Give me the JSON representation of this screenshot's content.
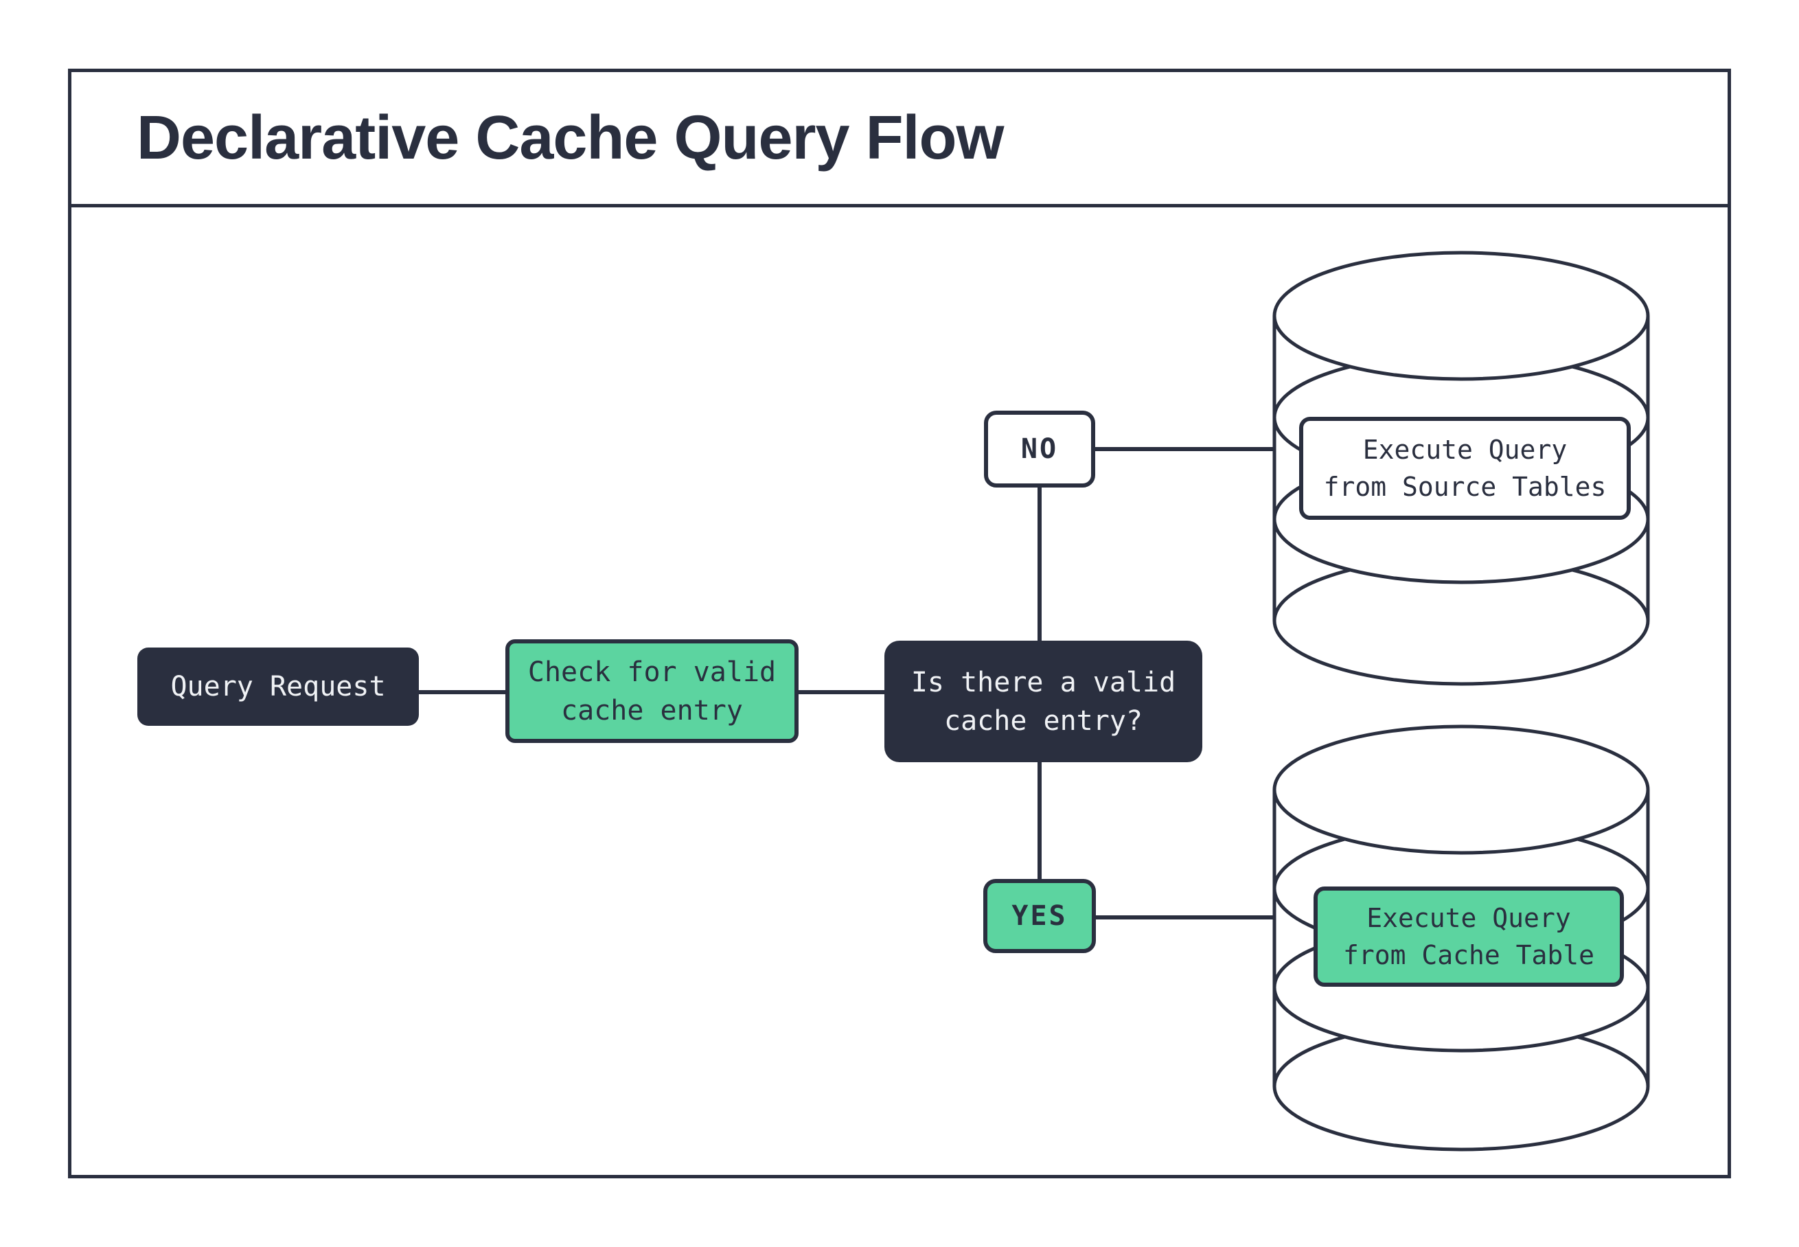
{
  "header": {
    "title": "Declarative Cache Query Flow"
  },
  "flow": {
    "query_request": "Query Request",
    "check_cache": "Check for valid\ncache entry",
    "decision": "Is there a valid\ncache entry?",
    "branch_no": "NO",
    "branch_yes": "YES",
    "source_db_action": "Execute Query\nfrom Source Tables",
    "cache_db_action": "Execute Query\nfrom Cache Table"
  },
  "colors": {
    "dark": "#2a2f3f",
    "green": "#5cd4a0",
    "text_on_dark": "#f0f2f5",
    "white": "#ffffff"
  }
}
